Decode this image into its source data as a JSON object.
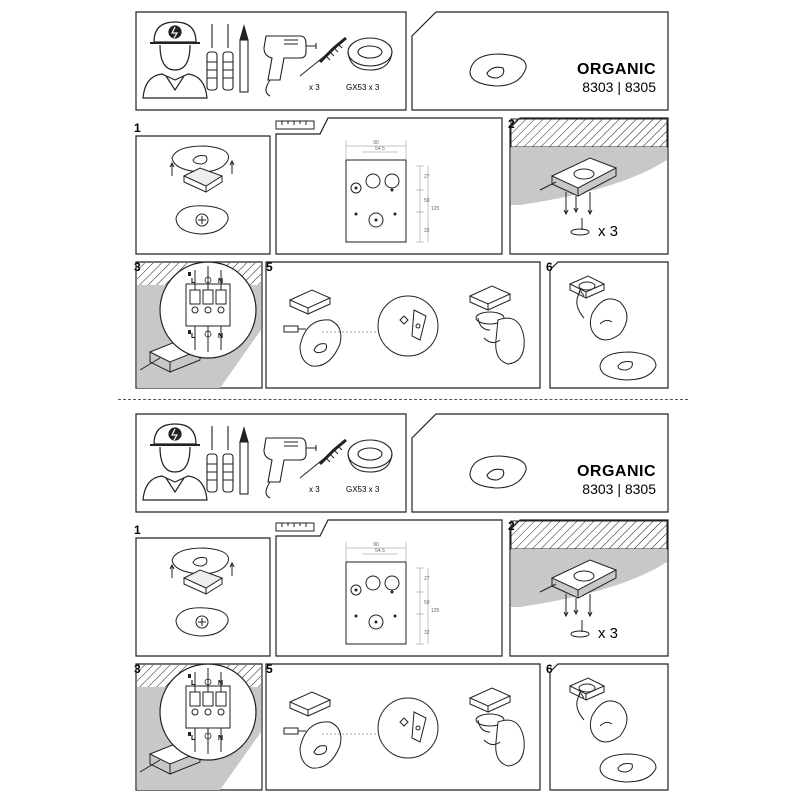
{
  "product": {
    "name": "ORGANIC",
    "codes": "8303 | 8305"
  },
  "tools": {
    "dowel_qty": "x 3",
    "bulb_qty": "GX53 x 3"
  },
  "steps": {
    "s1": "1",
    "s2": "2",
    "s3": "3",
    "s5": "5",
    "s6": "6"
  },
  "template": {
    "dim_width": "90",
    "dim_inner": "54.5",
    "dim_a": "27",
    "dim_b": "50",
    "dim_c": "125",
    "dim_d": "32"
  },
  "ceiling": {
    "qty": "x 3"
  },
  "terminal": {
    "L": "L",
    "N": "N"
  },
  "colors": {
    "line": "#1a1a1a",
    "gray": "#c8c8c8",
    "panel_border": "#222222"
  }
}
